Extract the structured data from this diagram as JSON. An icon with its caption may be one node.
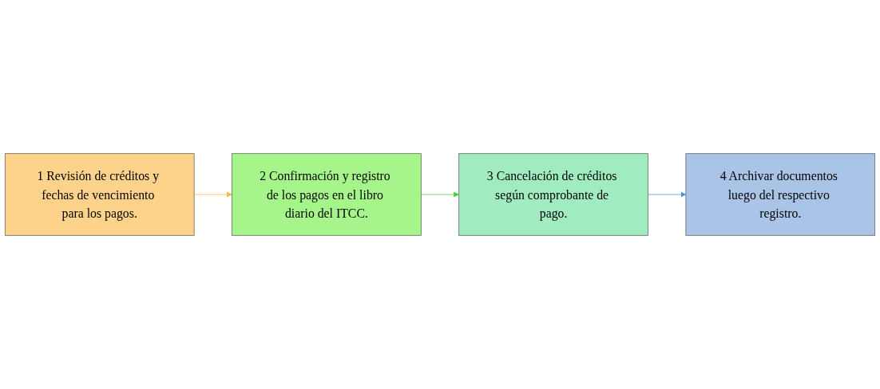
{
  "diagram": {
    "nodes": [
      {
        "text": [
          "1 Revisión de créditos y fechas de vencimiento para los pagos."
        ]
      },
      {
        "text": [
          "2 Confirmación y registro de los pagos en el libro diario del ITCC."
        ]
      },
      {
        "text": [
          "3 Cancelación de créditos según comprobante de pago."
        ]
      },
      {
        "text": [
          "4 Archivar documentos luego del respectivo registro."
        ]
      }
    ],
    "edges": [
      {
        "from": 0,
        "to": 1,
        "arrow": "to",
        "color": "#f5b942"
      },
      {
        "from": 1,
        "to": 2,
        "arrow": "to",
        "color": "#3fd43f"
      },
      {
        "from": 2,
        "to": 3,
        "arrow": "to",
        "color": "#4a90d9"
      }
    ]
  }
}
